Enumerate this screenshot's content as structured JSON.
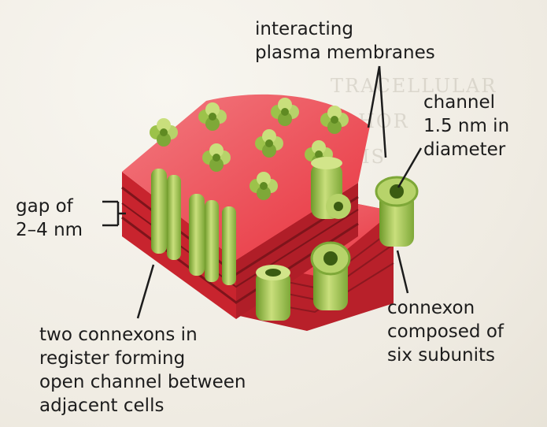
{
  "labels": {
    "interacting_membranes": [
      "interacting",
      "plasma membranes"
    ],
    "channel": [
      "channel",
      "1.5 nm in",
      "diameter"
    ],
    "gap": [
      "gap of",
      "2–4 nm"
    ],
    "connexon": [
      "connexon",
      "composed of",
      "six subunits"
    ],
    "two_connexons": [
      "two connexons in",
      "register forming",
      "open channel between",
      "adjacent cells"
    ]
  },
  "colors": {
    "membrane_red": "#e8343f",
    "membrane_dark": "#b8202a",
    "membrane_light": "#f27a80",
    "connexon_green": "#9cc24a",
    "connexon_light": "#d2e58a",
    "connexon_dark": "#5f8a22",
    "channel_dark": "#3b5c12",
    "leader_line": "#1c1c1c"
  }
}
